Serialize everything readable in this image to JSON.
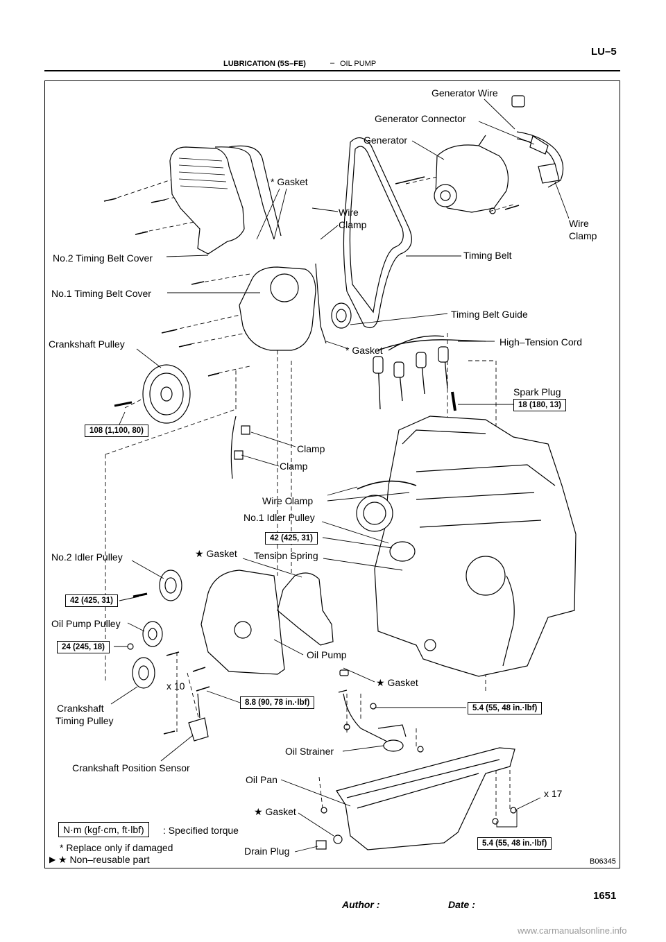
{
  "header": {
    "page_id": "LU–5",
    "section": "LUBRICATION (5S–FE)",
    "dash": "–",
    "subsection": "OIL PUMP"
  },
  "labels": {
    "generator_wire": "Generator Wire",
    "generator_connector": "Generator Connector",
    "generator": "Generator",
    "gasket_top": "* Gasket",
    "wire_clamp_mid_1": "Wire",
    "wire_clamp_mid_2": "Clamp",
    "wire_clamp_right_1": "Wire",
    "wire_clamp_right_2": "Clamp",
    "no2_timing_belt_cover": "No.2 Timing Belt Cover",
    "timing_belt": "Timing Belt",
    "no1_timing_belt_cover": "No.1 Timing Belt Cover",
    "timing_belt_guide": "Timing Belt Guide",
    "crankshaft_pulley": "Crankshaft Pulley",
    "gasket_mid": "* Gasket",
    "high_tension_cord": "High–Tension Cord",
    "spark_plug": "Spark Plug",
    "clamp_1": "Clamp",
    "clamp_2": "Clamp",
    "wire_clamp": "Wire Clamp",
    "no1_idler_pulley": "No.1 Idler Pulley",
    "no2_idler_pulley": "No.2 Idler Pulley",
    "gasket_star_1": "★ Gasket",
    "tension_spring": "Tension Spring",
    "oil_pump_pulley": "Oil Pump Pulley",
    "oil_pump": "Oil Pump",
    "gasket_star_2": "★ Gasket",
    "x10": "x 10",
    "crankshaft_timing_pulley_1": "Crankshaft",
    "crankshaft_timing_pulley_2": "Timing Pulley",
    "oil_strainer": "Oil Strainer",
    "crankshaft_position_sensor": "Crankshaft Position Sensor",
    "oil_pan": "Oil Pan",
    "x17": "x 17",
    "gasket_star_3": "★ Gasket",
    "drain_plug": "Drain Plug"
  },
  "torques": {
    "spark_plug": "18 (180, 13)",
    "crankshaft_pulley": "108 (1,100, 80)",
    "no1_idler": "42 (425, 31)",
    "no2_idler": "42 (425, 31)",
    "oil_pump_pulley": "24 (245, 18)",
    "oil_pump_bolts": "8.8 (90, 78 in.·lbf)",
    "strainer": "5.4 (55, 48 in.·lbf)",
    "oil_pan": "5.4 (55, 48 in.·lbf)"
  },
  "legend": {
    "unit_box": "N·m (kgf·cm, ft·lbf)",
    "unit_desc": ": Specified torque",
    "replace_note": "* Replace only if damaged",
    "nonreusable_note": "★ Non–reusable part",
    "mark": "▶"
  },
  "figure_id": "B06345",
  "footer": {
    "author_label": "Author :",
    "date_label": "Date :",
    "page_number": "1651",
    "watermark": "www.carmanualsonline.info"
  }
}
